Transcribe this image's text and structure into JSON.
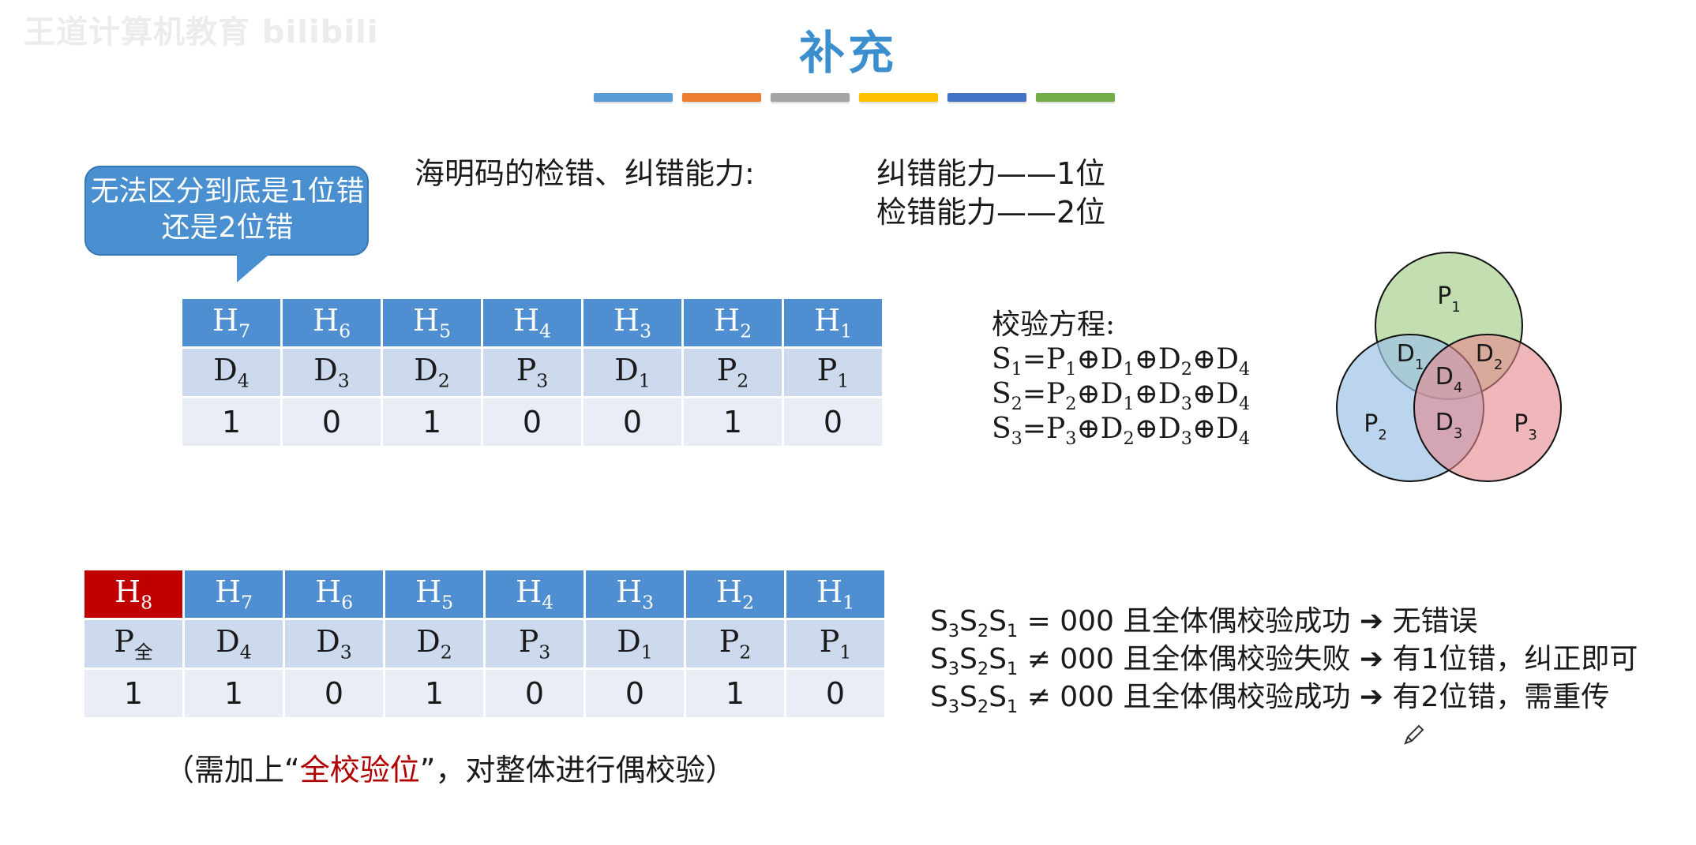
{
  "watermark": "王道计算机教育 bilibili",
  "title": "补充",
  "colors": {
    "bars": [
      "#5b9bd5",
      "#ed7d31",
      "#a5a5a5",
      "#ffc000",
      "#4472c4",
      "#70ad47"
    ],
    "venn": [
      "#a9d08e",
      "#9dc3e6",
      "#e6878d"
    ]
  },
  "intro": "海明码的检错、纠错能力:",
  "capabilities": {
    "correct": "纠错能力——1位",
    "detect": "检错能力——2位"
  },
  "callout": "无法区分到底是1位错还是2位错",
  "table1": {
    "headers": [
      {
        "b": "H",
        "s": "7"
      },
      {
        "b": "H",
        "s": "6"
      },
      {
        "b": "H",
        "s": "5"
      },
      {
        "b": "H",
        "s": "4"
      },
      {
        "b": "H",
        "s": "3"
      },
      {
        "b": "H",
        "s": "2"
      },
      {
        "b": "H",
        "s": "1"
      }
    ],
    "roles": [
      {
        "b": "D",
        "s": "4"
      },
      {
        "b": "D",
        "s": "3"
      },
      {
        "b": "D",
        "s": "2"
      },
      {
        "b": "P",
        "s": "3"
      },
      {
        "b": "D",
        "s": "1"
      },
      {
        "b": "P",
        "s": "2"
      },
      {
        "b": "P",
        "s": "1"
      }
    ],
    "values": [
      "1",
      "0",
      "1",
      "0",
      "0",
      "1",
      "0"
    ]
  },
  "table2": {
    "headers": [
      {
        "b": "H",
        "s": "8"
      },
      {
        "b": "H",
        "s": "7"
      },
      {
        "b": "H",
        "s": "6"
      },
      {
        "b": "H",
        "s": "5"
      },
      {
        "b": "H",
        "s": "4"
      },
      {
        "b": "H",
        "s": "3"
      },
      {
        "b": "H",
        "s": "2"
      },
      {
        "b": "H",
        "s": "1"
      }
    ],
    "roles": [
      {
        "b": "P",
        "s": "全"
      },
      {
        "b": "D",
        "s": "4"
      },
      {
        "b": "D",
        "s": "3"
      },
      {
        "b": "D",
        "s": "2"
      },
      {
        "b": "P",
        "s": "3"
      },
      {
        "b": "D",
        "s": "1"
      },
      {
        "b": "P",
        "s": "2"
      },
      {
        "b": "P",
        "s": "1"
      }
    ],
    "values": [
      "1",
      "1",
      "0",
      "1",
      "0",
      "0",
      "1",
      "0"
    ]
  },
  "note": {
    "pre": "（需加上“",
    "highlight": "全校验位",
    "post": "”，对整体进行偶校验）"
  },
  "equations": {
    "title": "校验方程:",
    "items": [
      {
        "lhs": "1",
        "terms": [
          "P",
          "1",
          "D",
          "1",
          "D",
          "2",
          "D",
          "4"
        ]
      },
      {
        "lhs": "2",
        "terms": [
          "P",
          "2",
          "D",
          "1",
          "D",
          "3",
          "D",
          "4"
        ]
      },
      {
        "lhs": "3",
        "terms": [
          "P",
          "3",
          "D",
          "2",
          "D",
          "3",
          "D",
          "4"
        ]
      }
    ]
  },
  "venn": {
    "circles": [
      {
        "b": "P",
        "s": "1"
      },
      {
        "b": "P",
        "s": "2"
      },
      {
        "b": "P",
        "s": "3"
      }
    ],
    "regions": [
      {
        "b": "D",
        "s": "1"
      },
      {
        "b": "D",
        "s": "2"
      },
      {
        "b": "D",
        "s": "4"
      },
      {
        "b": "D",
        "s": "3"
      }
    ]
  },
  "rules": [
    {
      "op": "= 000",
      "cond": "且全体偶校验成功",
      "result": "无错误"
    },
    {
      "op": "≠ 000",
      "cond": "且全体偶校验失败",
      "result": "有1位错，纠正即可"
    },
    {
      "op": "≠ 000",
      "cond": "且全体偶校验成功",
      "result": "有2位错，需重传"
    }
  ]
}
